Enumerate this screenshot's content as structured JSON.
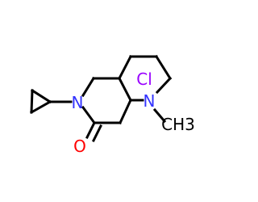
{
  "structure": {
    "atoms": {
      "nitrogen_amide": "N",
      "nitrogen_amine": "N",
      "carbonyl_oxygen": "O",
      "chlorine": "Cl",
      "methyl": "CH3"
    },
    "colors": {
      "bond": "#000000",
      "nitrogen": "#3333ff",
      "oxygen": "#ff0000",
      "chlorine": "#9900ff",
      "carbon": "#000000",
      "background": "#ffffff"
    }
  }
}
